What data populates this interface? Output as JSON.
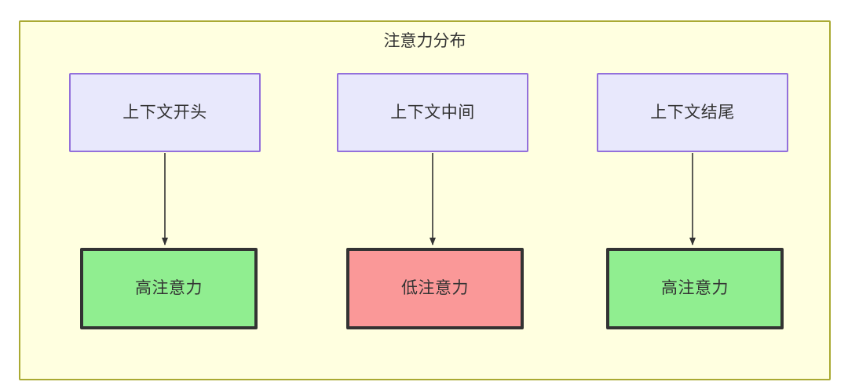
{
  "diagram": {
    "title": "注意力分布",
    "colors": {
      "container_fill": "#ffffe0",
      "container_border": "#aaaa33",
      "context_fill": "#e8e8fc",
      "context_border": "#9370db",
      "high_attention_fill": "#90ee90",
      "low_attention_fill": "#fa9898",
      "node_border_dark": "#333333",
      "text": "#333333",
      "edge": "#333333"
    },
    "context_nodes": [
      {
        "id": "context-start",
        "label": "上下文开头"
      },
      {
        "id": "context-middle",
        "label": "上下文中间"
      },
      {
        "id": "context-end",
        "label": "上下文结尾"
      }
    ],
    "attention_nodes": [
      {
        "id": "attention-high-start",
        "label": "高注意力",
        "level": "high"
      },
      {
        "id": "attention-low-middle",
        "label": "低注意力",
        "level": "low"
      },
      {
        "id": "attention-high-end",
        "label": "高注意力",
        "level": "high"
      }
    ],
    "edges": [
      {
        "from": "context-start",
        "to": "attention-high-start",
        "label": ""
      },
      {
        "from": "context-middle",
        "to": "attention-low-middle",
        "label": ""
      },
      {
        "from": "context-end",
        "to": "attention-high-end",
        "label": ""
      }
    ]
  }
}
